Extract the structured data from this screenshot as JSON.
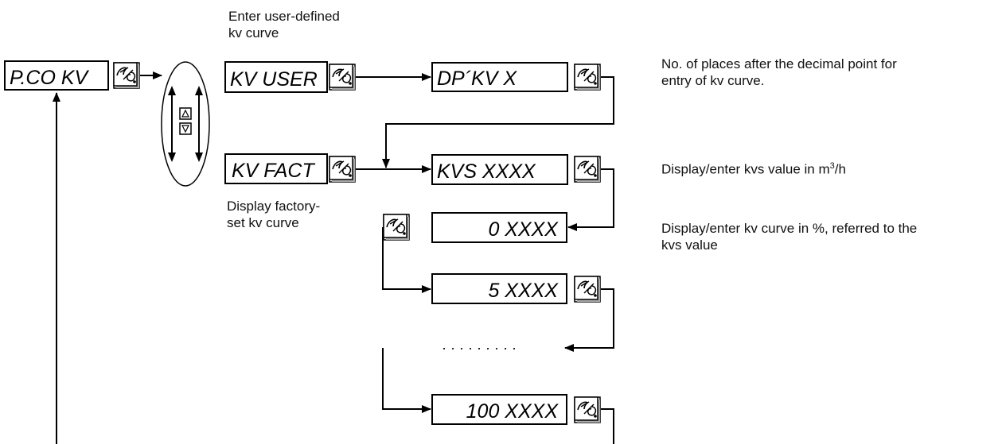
{
  "menu": {
    "main": "P.CO KV",
    "user": "KV USER",
    "fact": "KV FACT",
    "dp": "DP´KV  X",
    "kvs": "KVS XXXX",
    "p0": "0  XXXX",
    "p5": "5  XXXX",
    "dots": "· · · · · · · · ·",
    "p100": "100  XXXX"
  },
  "notes": {
    "user_title_1": "Enter user-defined",
    "user_title_2": "kv curve",
    "fact_title_1": "Display factory-",
    "fact_title_2": "set kv curve",
    "dp_1": "No. of places after the decimal point for",
    "dp_2": "entry of kv curve.",
    "kvs_prefix": "Display/enter kvs value in m",
    "kvs_sup": "3",
    "kvs_suffix": "/h",
    "curve_1": "Display/enter kv curve in %, referred to the",
    "curve_2": "kvs value"
  },
  "icons": {
    "key": "hand-key-icon",
    "up": "up-arrow-key-icon",
    "down": "down-arrow-key-icon"
  }
}
